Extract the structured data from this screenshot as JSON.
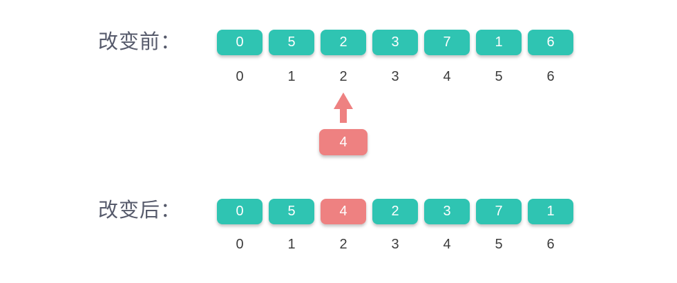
{
  "title": "array-insert-at-index-diagram",
  "colors": {
    "teal": "#2fc4b2",
    "pink": "#ee8181",
    "label_text": "#565a6b",
    "index_text": "#3c3c3c",
    "cell_text": "#ffffff",
    "background": "#ffffff"
  },
  "rows": [
    {
      "id": "before",
      "label": "改变前：",
      "cells": [
        {
          "value": "0",
          "highlight": false
        },
        {
          "value": "5",
          "highlight": false
        },
        {
          "value": "2",
          "highlight": false
        },
        {
          "value": "3",
          "highlight": false
        },
        {
          "value": "7",
          "highlight": false
        },
        {
          "value": "1",
          "highlight": false
        },
        {
          "value": "6",
          "highlight": false
        }
      ],
      "indices": [
        "0",
        "1",
        "2",
        "3",
        "4",
        "5",
        "6"
      ]
    },
    {
      "id": "after",
      "label": "改变后：",
      "cells": [
        {
          "value": "0",
          "highlight": false
        },
        {
          "value": "5",
          "highlight": false
        },
        {
          "value": "4",
          "highlight": true
        },
        {
          "value": "2",
          "highlight": false
        },
        {
          "value": "3",
          "highlight": false
        },
        {
          "value": "7",
          "highlight": false
        },
        {
          "value": "1",
          "highlight": false
        }
      ],
      "indices": [
        "0",
        "1",
        "2",
        "3",
        "4",
        "5",
        "6"
      ]
    }
  ],
  "insert": {
    "value": "4",
    "target_index": "2",
    "arrow_icon": "up-arrow-icon"
  }
}
